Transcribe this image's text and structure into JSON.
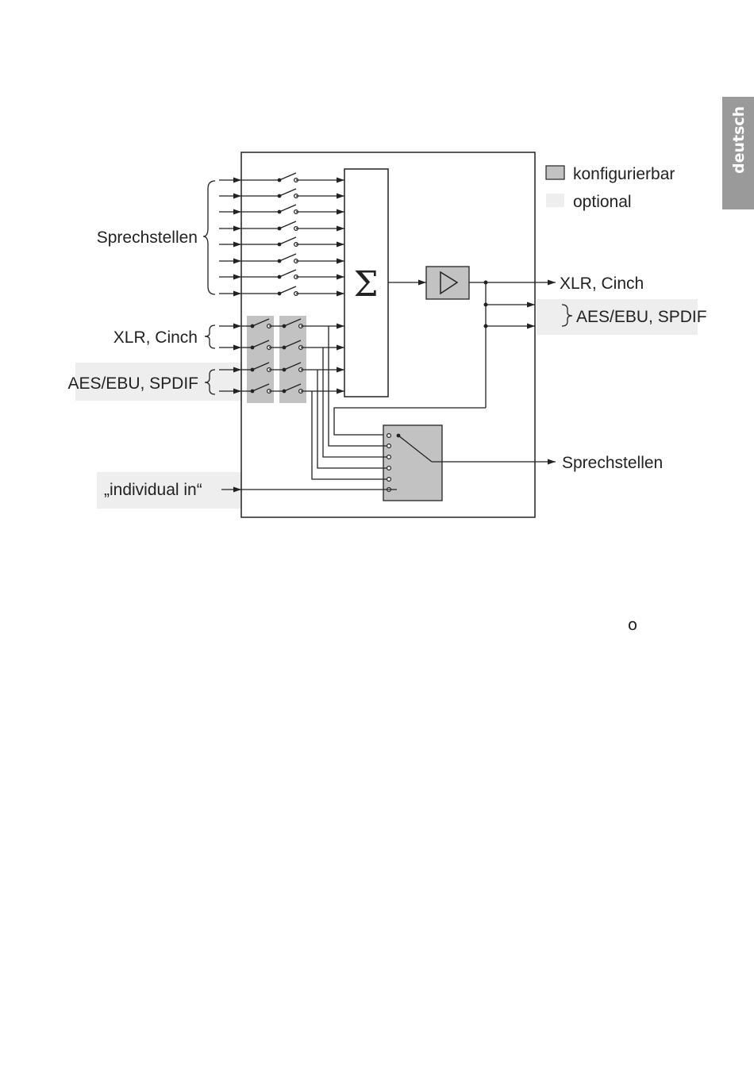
{
  "side_tab": {
    "label": "deutsch",
    "bg_color": "#9a9a9a",
    "text_color": "#ffffff"
  },
  "legend": {
    "configurable": {
      "label": "konfigurierbar",
      "color": "#c2c2c2"
    },
    "optional": {
      "label": "optional",
      "color": "#eeeeee"
    }
  },
  "inputs": {
    "intercom_label": "Sprechstellen",
    "xlr_cinch_label": "XLR, Cinch",
    "aes_ebu_label": "AES/EBU, SPDIF",
    "individual_in_label": "„individual in“"
  },
  "blocks": {
    "summer_symbol": "Σ",
    "amplifier_icon": "triangle-amplifier-icon"
  },
  "outputs": {
    "xlr_cinch_label": "XLR, Cinch",
    "aes_ebu_label": "AES/EBU, SPDIF",
    "intercom_label": "Sprechstellen"
  },
  "footer_marker": "o",
  "colors": {
    "line": "#222222",
    "configurable": "#c2c2c2",
    "optional": "#eeeeee"
  }
}
